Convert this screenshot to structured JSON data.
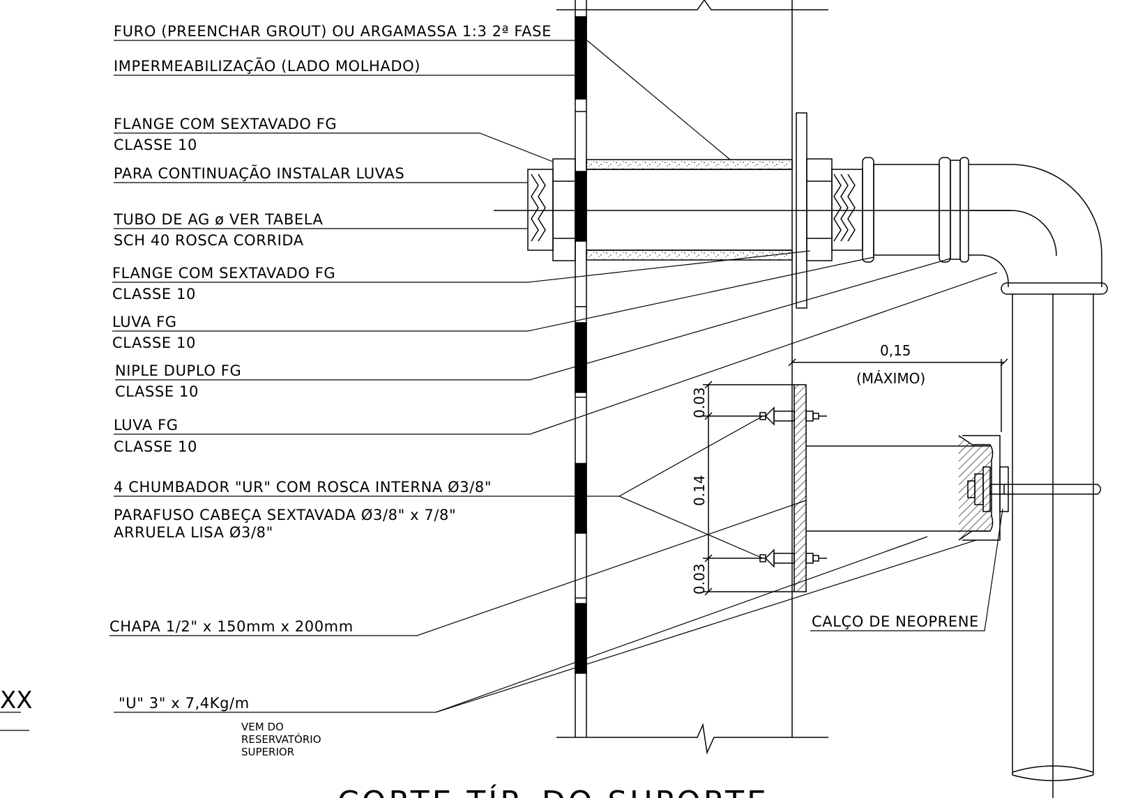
{
  "labels": {
    "furo": "FURO (PREENCHAR GROUT) OU ARGAMASSA 1:3 2ª FASE",
    "imperm": "IMPERMEABILIZAÇÃO (LADO MOLHADO)",
    "flange1_a": "FLANGE COM SEXTAVADO FG",
    "flange1_b": "CLASSE 10",
    "continuacao": "PARA CONTINUAÇÃO INSTALAR LUVAS",
    "tubo_a": "TUBO DE AG ø VER TABELA",
    "tubo_b": "SCH 40 ROSCA CORRIDA",
    "flange2_a": "FLANGE COM SEXTAVADO FG",
    "flange2_b": "CLASSE 10",
    "luva1_a": "LUVA FG",
    "luva1_b": "CLASSE 10",
    "niple_a": "NIPLE DUPLO FG",
    "niple_b": "CLASSE 10",
    "luva2_a": "LUVA FG",
    "luva2_b": "CLASSE 10",
    "chumbador": "4 CHUMBADOR \"UR\" COM ROSCA INTERNA Ø3/8\"",
    "parafuso": "PARAFUSO CABEÇA SEXTAVADA Ø3/8\" x 7/8\"",
    "arruela": "ARRUELA LISA Ø3/8\"",
    "chapa": "CHAPA 1/2\" x 150mm x 200mm",
    "perfil_u": "\"U\" 3\" x 7,4Kg/m",
    "vem_a": "VEM DO",
    "vem_b": "RESERVATÓRIO",
    "vem_c": "SUPERIOR",
    "calco": "CALÇO DE NEOPRENE",
    "ref": "XX"
  },
  "dimensions": {
    "width_value": "0,15",
    "width_note": "(MÁXIMO)",
    "top_gap": "0.03",
    "center_gap": "0.14",
    "bottom_gap": "0.03"
  },
  "title": "CORTE TÍP. DO SUPORTE"
}
